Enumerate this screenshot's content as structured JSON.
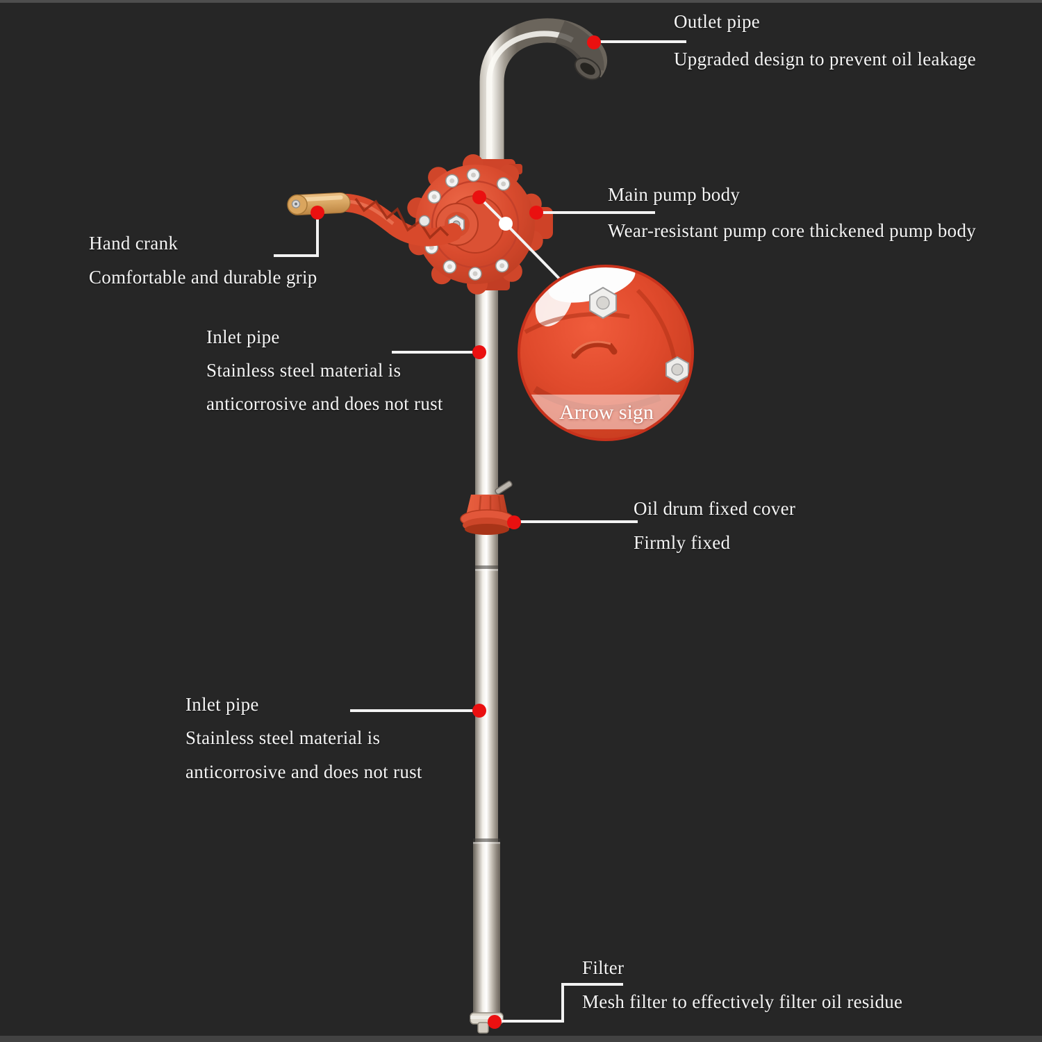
{
  "callouts": {
    "outlet_pipe": {
      "title": "Outlet pipe",
      "desc": "Upgraded design to prevent oil leakage"
    },
    "main_pump_body": {
      "title": "Main pump body",
      "desc": "Wear-resistant pump core thickened pump body"
    },
    "hand_crank": {
      "title": "Hand crank",
      "desc": "Comfortable and durable grip"
    },
    "inlet_pipe_upper": {
      "title": "Inlet pipe",
      "desc_line1": "Stainless steel material is",
      "desc_line2": "anticorrosive and does not rust"
    },
    "arrow_sign": {
      "label": "Arrow sign"
    },
    "oil_drum_cover": {
      "title": "Oil drum fixed cover",
      "desc": "Firmly fixed"
    },
    "inlet_pipe_lower": {
      "title": "Inlet pipe",
      "desc_line1": "Stainless steel material is",
      "desc_line2": "anticorrosive and does not rust"
    },
    "filter": {
      "title": "Filter",
      "desc": "Mesh filter to effectively filter oil residue"
    }
  },
  "colors": {
    "background_dark": "#262626",
    "pump_red": "#d94b2e",
    "pump_red_dark": "#b23920",
    "marker_dot_red": "#ea1010",
    "leader_line_white": "#f3f3f3",
    "label_text_white": "#f4f4f4",
    "wood_handle_tan": "#d9a763",
    "pipe_chrome_light": "#f5f2ec",
    "inset_band": "rgba(255,255,255,0.5)"
  }
}
